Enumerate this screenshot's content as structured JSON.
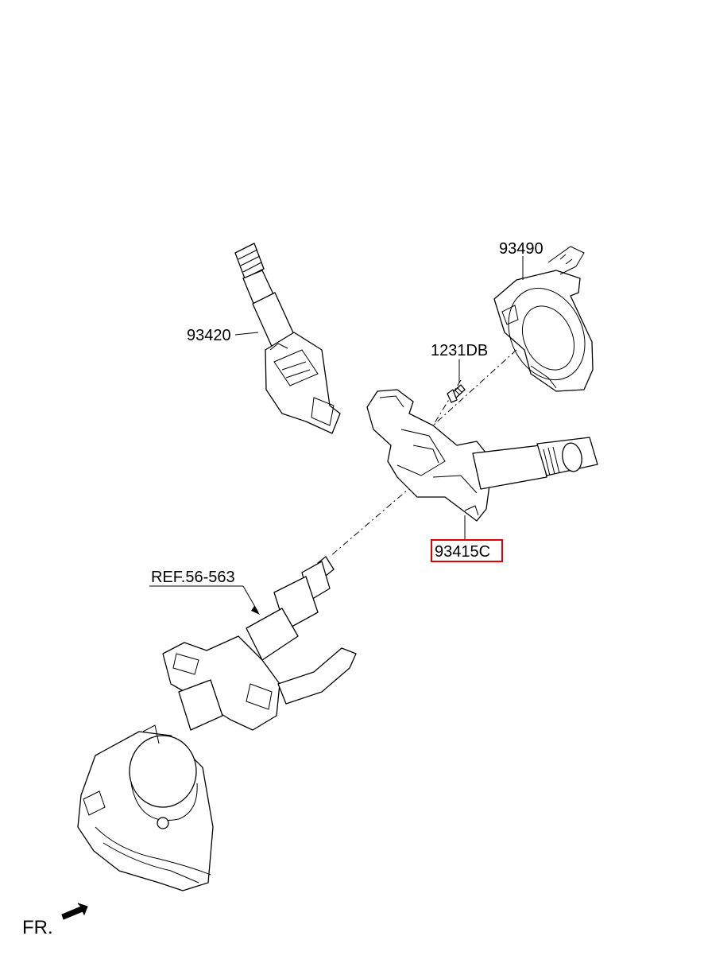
{
  "labels": {
    "wiper_switch": "93420",
    "clock_spring": "93490",
    "screw": "1231DB",
    "multifunction_switch": "93415C",
    "column_ref": "REF.56-563",
    "front_indicator": "FR."
  },
  "highlight_color": "#e00000",
  "icons": {
    "front_arrow": "arrow-down-left-icon"
  }
}
